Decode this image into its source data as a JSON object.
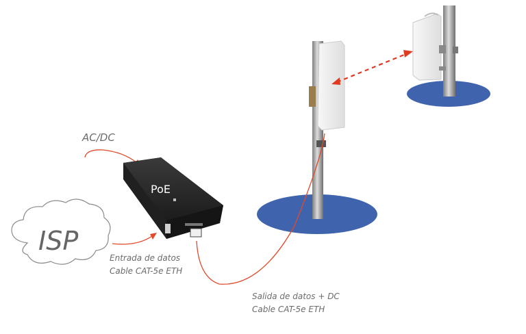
{
  "labels": {
    "ac_dc": "AC/DC",
    "poe": "PoE",
    "isp": "ISP",
    "input_line1": "Entrada de datos",
    "input_line2": "Cable CAT-5e ETH",
    "output_line1": "Salida de datos + DC",
    "output_line2": "Cable CAT-5e ETH"
  },
  "colors": {
    "cable": "#e04a2a",
    "link_arrow": "#e03a20",
    "base": "#3f64ad",
    "poe_body": "#2a2a2a",
    "cloud_outline": "#8a8a8a"
  },
  "icons": [
    "poe-injector-icon",
    "isp-cloud-icon",
    "antenna-panel-icon",
    "pole-icon",
    "rj45-port-icon"
  ]
}
